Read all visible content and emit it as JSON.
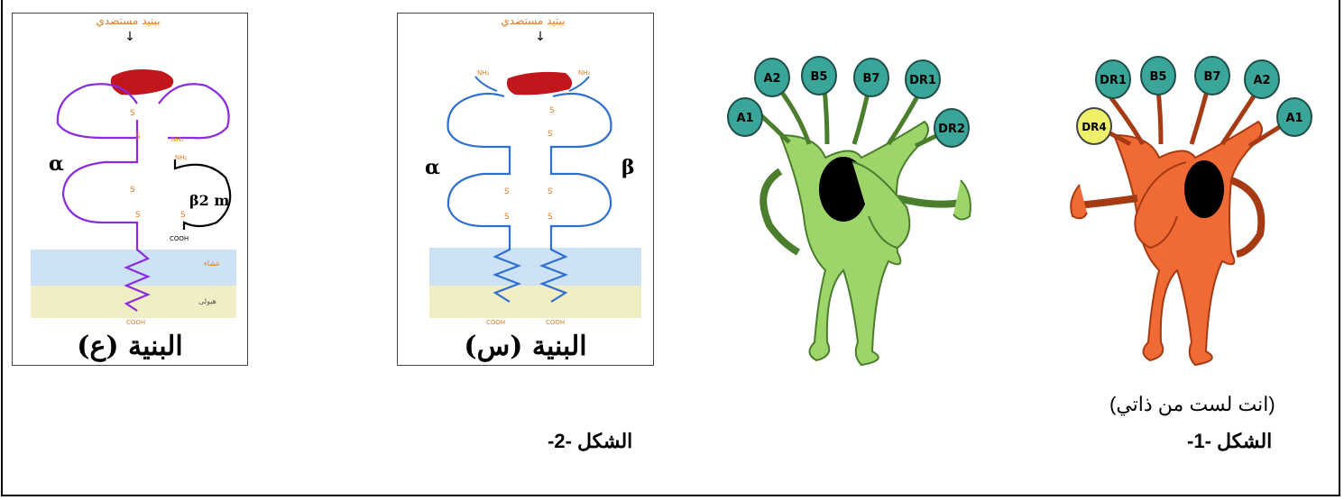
{
  "figure1": {
    "caption": "الشكل -1-",
    "subcaption": "(انت لست من ذاتي)",
    "cell_green": {
      "color": "#9ed56b",
      "markers": [
        "A1",
        "A2",
        "B5",
        "B7",
        "DR1",
        "DR2"
      ]
    },
    "cell_orange": {
      "color": "#ef6a34",
      "markers": [
        "DR1",
        "B5",
        "B7",
        "A2",
        "A1"
      ],
      "extra_marker": "DR4"
    }
  },
  "figure2": {
    "caption": "الشكل -2-",
    "structure_e": {
      "title": "البنية (ع)",
      "peptide_label": "ببتيد مستضدي",
      "alpha": "α",
      "beta2m": "β2 m",
      "s": "S",
      "nh2": "NH₂",
      "cooh": "COOH",
      "membrane": "غشاء",
      "cytoplasm": "هيولى"
    },
    "structure_s": {
      "title": "البنية (س)",
      "peptide_label": "ببتيد مستضدي",
      "alpha": "α",
      "beta": "β",
      "s": "S",
      "nh2": "NH₂",
      "cooh": "COOH"
    }
  },
  "colors": {
    "membrane": "#cde3f5",
    "cytoplasm": "#f1edc4",
    "peptide": "#c0161c",
    "chain_purple": "#8a2be2",
    "chain_blue": "#2f6fd0",
    "label_orange": "#e07a1f",
    "marker_teal": "#3aa69a",
    "marker_yellow": "#eef06a"
  }
}
